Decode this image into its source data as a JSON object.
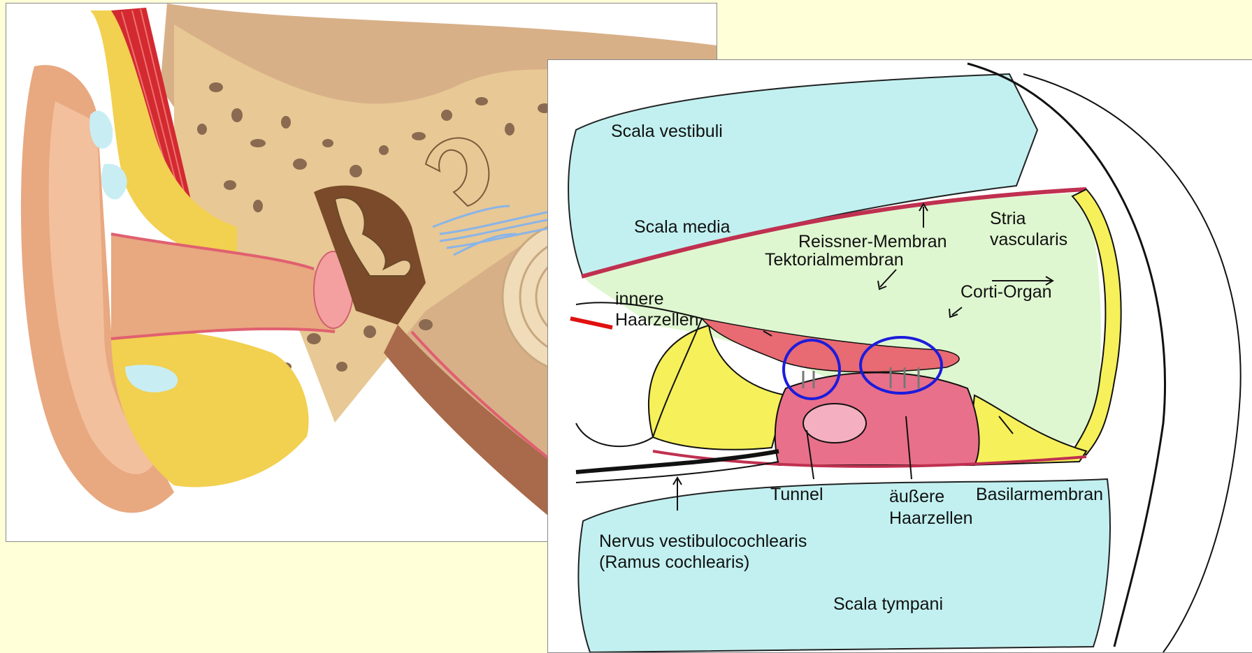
{
  "labels": {
    "scala_vestibuli": "Scala vestibuli",
    "reissner_membran": "Reissner-Membran",
    "scala_media": "Scala media",
    "stria_line1": "Stria",
    "stria_line2": "vascularis",
    "tektorialmembran": "Tektorialmembran",
    "innere_line1": "innere",
    "innere_line2": "Haarzellen",
    "corti_organ": "Corti-Organ",
    "tunnel": "Tunnel",
    "aeussere_line1": "äußere",
    "aeussere_line2": "Haarzellen",
    "basilarmembran": "Basilarmembran",
    "nervus_line1": "Nervus vestibulocochlearis",
    "nervus_line2": "(Ramus cochlearis)",
    "scala_tympani": "Scala tympani"
  },
  "colors": {
    "page_background": "#ffffd8",
    "fluid_scala": "#c2f0f0",
    "scala_media_fill": "#dff7d0",
    "corti_organ_fill": "#e8708a",
    "tectorial_fill": "#e86a72",
    "stria_yellow": "#f6f05a",
    "highlight_circles": "#1c1cdc",
    "pointer_red": "#e01010",
    "bone_tan": "#e8c894",
    "muscle_red": "#d22a30",
    "fat_yellow": "#f2d050"
  },
  "icons": {
    "ear": "ear-cross-section-illustration",
    "cochlea": "cochlea-organ-of-corti-cross-section"
  }
}
